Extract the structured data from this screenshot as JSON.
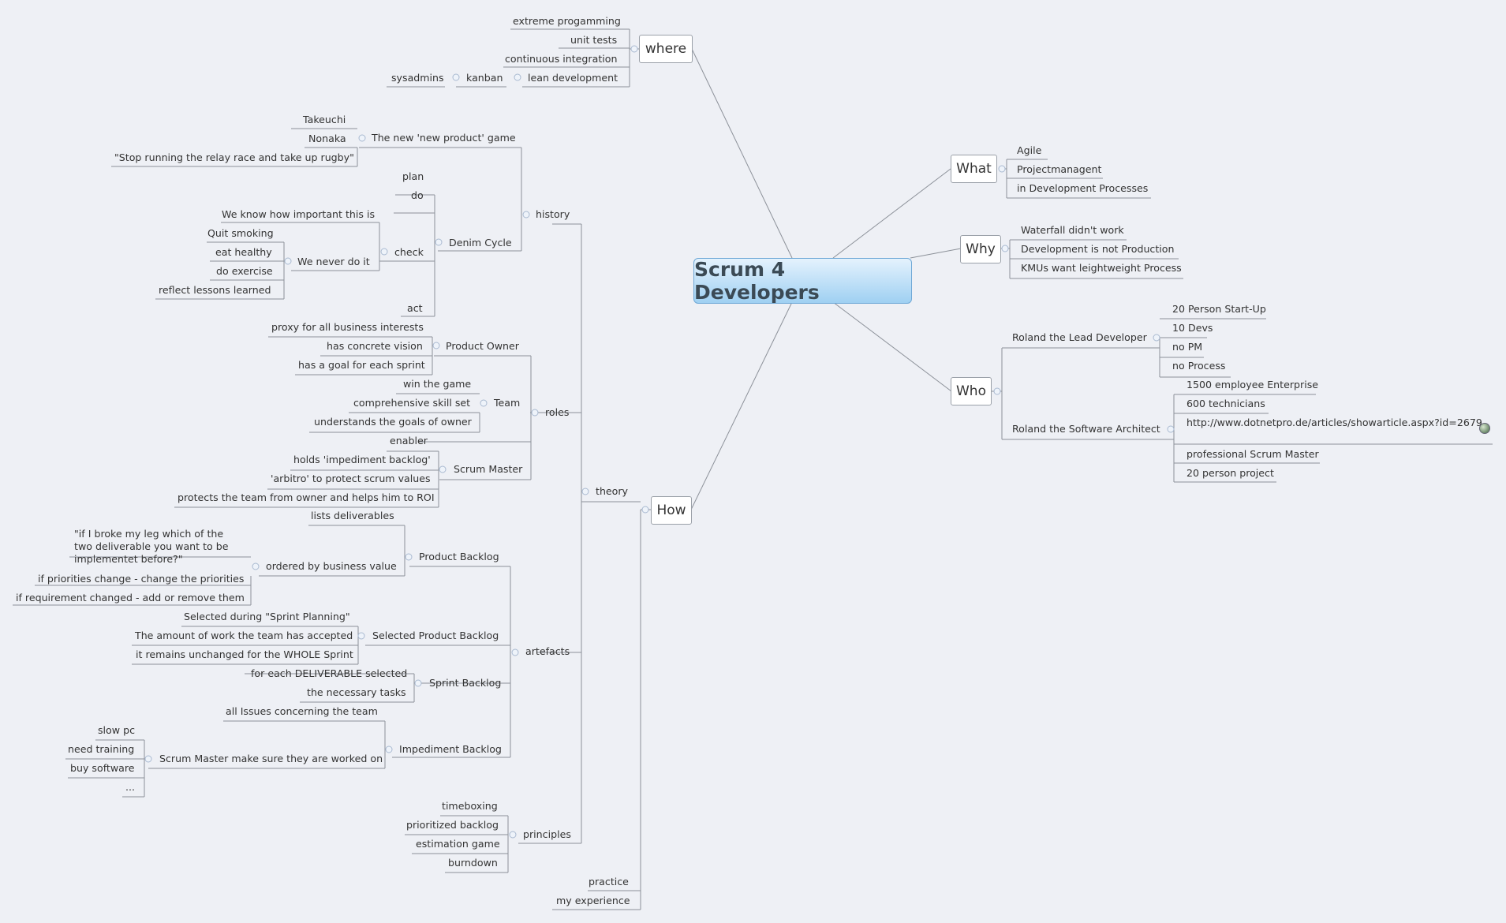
{
  "central": "Scrum 4 Developers",
  "branches": {
    "where": "where",
    "what": "What",
    "why": "Why",
    "who": "Who",
    "how": "How"
  },
  "where_items": [
    "extreme progamming",
    "unit tests",
    "continuous integration",
    "lean development",
    "kanban",
    "sysadmins"
  ],
  "what_items": [
    "Agile",
    "Projectmanagent",
    "in Development Processes"
  ],
  "why_items": [
    "Waterfall didn't work",
    "Development is not Production",
    "KMUs want leightweight Process"
  ],
  "who": {
    "lead": "Roland the Lead Developer",
    "lead_items": [
      "20 Person Start-Up",
      "10 Devs",
      "no PM",
      "no Process"
    ],
    "architect": "Roland the Software Architect",
    "architect_items": [
      "1500 employee Enterprise",
      "600 technicians",
      "http://www.dotnetpro.de/articles/showarticle.aspx?id=2679",
      "professional Scrum Master",
      "20 person project"
    ]
  },
  "how": {
    "theory": "theory",
    "practice": "practice",
    "experience": "my experience",
    "history": "history",
    "new_product_game": "The new 'new product' game",
    "game_items": [
      "Takeuchi",
      "Nonaka",
      "\"Stop running the relay race and take up rugby\""
    ],
    "denim_cycle": "Denim Cycle",
    "denim_items": [
      "plan",
      "do",
      "check",
      "act"
    ],
    "never_do_it": "We never do it",
    "check_items": [
      "We know how important this is"
    ],
    "never_items": [
      "Quit smoking",
      "eat healthy",
      "do exercise",
      "reflect lessons learned"
    ],
    "roles": "roles",
    "product_owner": "Product Owner",
    "po_items": [
      "proxy for all business interests",
      "has concrete vision",
      "has a goal for each sprint"
    ],
    "team": "Team",
    "team_items": [
      "win the game",
      "comprehensive skill set",
      "understands the goals of owner"
    ],
    "scrum_master": "Scrum Master",
    "sm_items": [
      "enabler",
      "holds 'impediment backlog'",
      "'arbitro' to protect scrum values",
      "protects the team from owner and helps him to ROI"
    ],
    "artefacts": "artefacts",
    "product_backlog": "Product Backlog",
    "pb_items": [
      "lists deliverables",
      "ordered by business value"
    ],
    "ordered_items": [
      "\"if I broke my leg which of the two deliverable you want to be implementet before?\"",
      "if priorities change - change the priorities",
      "if requirement changed - add or remove them"
    ],
    "selected_backlog": "Selected Product Backlog",
    "spb_items": [
      "Selected during \"Sprint Planning\"",
      "The amount of work the team has accepted",
      "it remains unchanged for the WHOLE Sprint"
    ],
    "sprint_backlog": "Sprint Backlog",
    "sb_items": [
      "for each DELIVERABLE selected",
      "the necessary tasks"
    ],
    "impediment_backlog": "Impediment Backlog",
    "ib_items": [
      "all Issues concerning the team",
      "Scrum Master make sure they are worked on"
    ],
    "sm_make_items": [
      "slow pc",
      "need training",
      "buy software",
      "..."
    ],
    "principles": "principles",
    "principle_items": [
      "timeboxing",
      "prioritized backlog",
      "estimation game",
      "burndown"
    ]
  },
  "colors": {
    "line": "#8c9199",
    "node_border": "#9aa0a8",
    "central_top": "#e4f2fd",
    "central_bottom": "#9fd0f2",
    "background": "#eef0f5"
  }
}
